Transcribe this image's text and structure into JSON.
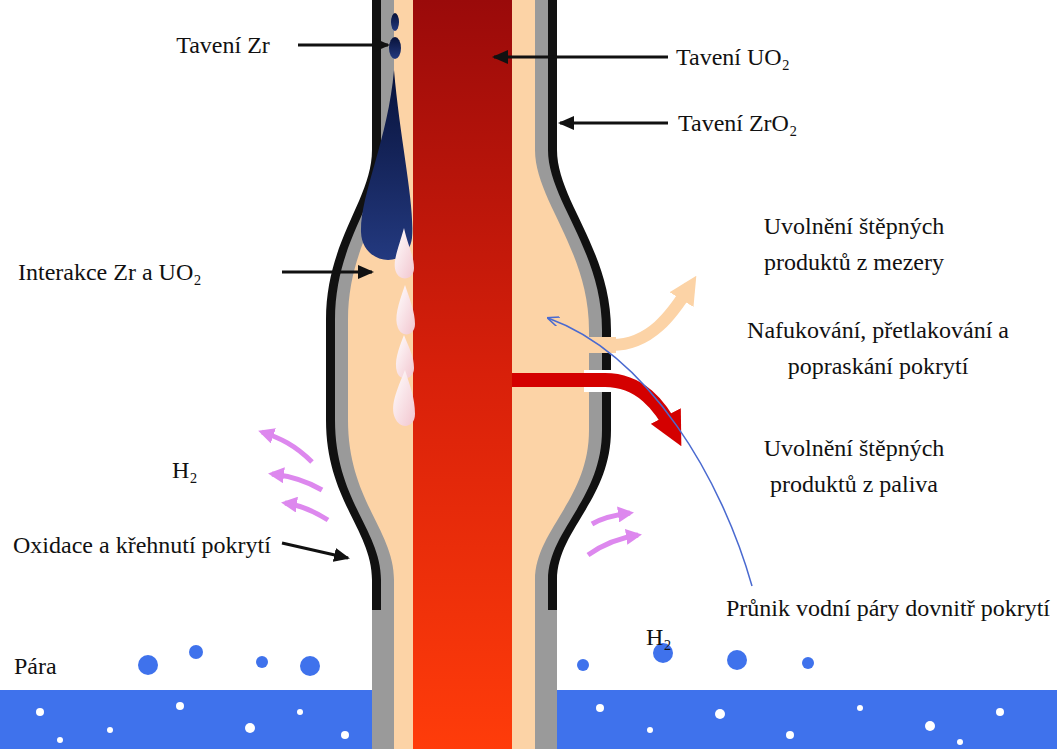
{
  "diagram": {
    "labels": [
      "Tavení Zr",
      "Tavení UO₂",
      "Tavení ZrO₂",
      "Uvolnění štěpných produktů z mezery",
      "Interakce Zr a UO₂",
      "Nafukování, přetlakování a popraskání pokrytí",
      "H₂",
      "Uvolnění štěpných produktů z paliva",
      "Oxidace a křehnutí pokrytí",
      "H₂",
      "Průnik vodní páry dovnitř pokrytí",
      "Pára"
    ]
  }
}
